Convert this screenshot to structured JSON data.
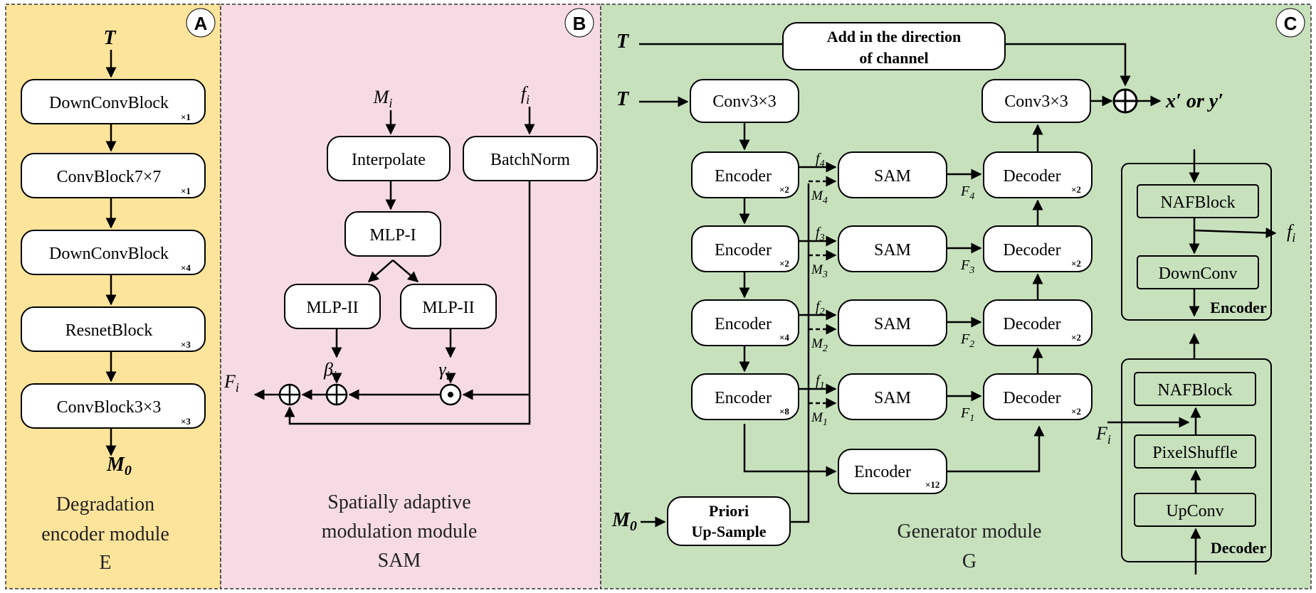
{
  "panels": {
    "a": {
      "letter": "A",
      "color": "#fde49b"
    },
    "b": {
      "letter": "B",
      "color": "#f6dbe5"
    },
    "c": {
      "letter": "C",
      "color": "#c7e1bd"
    }
  },
  "panel_a": {
    "input": "T",
    "blocks": [
      {
        "label": "DownConvBlock",
        "mult": "×1"
      },
      {
        "label": "ConvBlock7×7",
        "mult": "×1"
      },
      {
        "label": "DownConvBlock",
        "mult": "×4"
      },
      {
        "label": "ResnetBlock",
        "mult": "×3"
      },
      {
        "label": "ConvBlock3×3",
        "mult": "×3"
      }
    ],
    "output_main": "M",
    "output_sub": "0",
    "caption": [
      "Degradation",
      "encoder module",
      "E"
    ]
  },
  "panel_b": {
    "mi_main": "M",
    "mi_sub": "i",
    "fi_main": "f",
    "fi_sub": "i",
    "interpolate": "Interpolate",
    "batchnorm": "BatchNorm",
    "mlp1": "MLP-I",
    "mlp2_left": "MLP-II",
    "mlp2_right": "MLP-II",
    "beta_main": "β",
    "beta_sub": "i",
    "gamma_main": "γ",
    "gamma_sub": "i",
    "Fi_main": "F",
    "Fi_sub": "i",
    "caption": [
      "Spatially adaptive",
      "modulation module",
      "SAM"
    ]
  },
  "panel_c": {
    "t_top": "T",
    "t_mid": "T",
    "add_line1": "Add in the direction",
    "add_line2": "of channel",
    "conv_in": "Conv3×3",
    "conv_out": "Conv3×3",
    "output": "x′ or y′",
    "encoders": [
      {
        "label": "Encoder",
        "mult": "×2"
      },
      {
        "label": "Encoder",
        "mult": "×2"
      },
      {
        "label": "Encoder",
        "mult": "×4"
      },
      {
        "label": "Encoder",
        "mult": "×8"
      }
    ],
    "sams": [
      "SAM",
      "SAM",
      "SAM",
      "SAM"
    ],
    "decoders": [
      {
        "label": "Decoder",
        "mult": "×2"
      },
      {
        "label": "Decoder",
        "mult": "×2"
      },
      {
        "label": "Decoder",
        "mult": "×2"
      },
      {
        "label": "Decoder",
        "mult": "×2"
      }
    ],
    "f_labels": [
      "4",
      "3",
      "2",
      "1"
    ],
    "bottom_encoder": {
      "label": "Encoder",
      "mult": "×12"
    },
    "m0_main": "M",
    "m0_sub": "0",
    "priori_line1": "Priori",
    "priori_line2": "Up-Sample",
    "caption": [
      "Generator module",
      "G"
    ],
    "enc_detail": {
      "nafblock": "NAFBlock",
      "downconv": "DownConv",
      "title": "Encoder",
      "fi_main": "f",
      "fi_sub": "i"
    },
    "dec_detail": {
      "nafblock": "NAFBlock",
      "pixelshuffle": "PixelShuffle",
      "upconv": "UpConv",
      "title": "Decoder",
      "Fi_main": "F",
      "Fi_sub": "i"
    }
  }
}
